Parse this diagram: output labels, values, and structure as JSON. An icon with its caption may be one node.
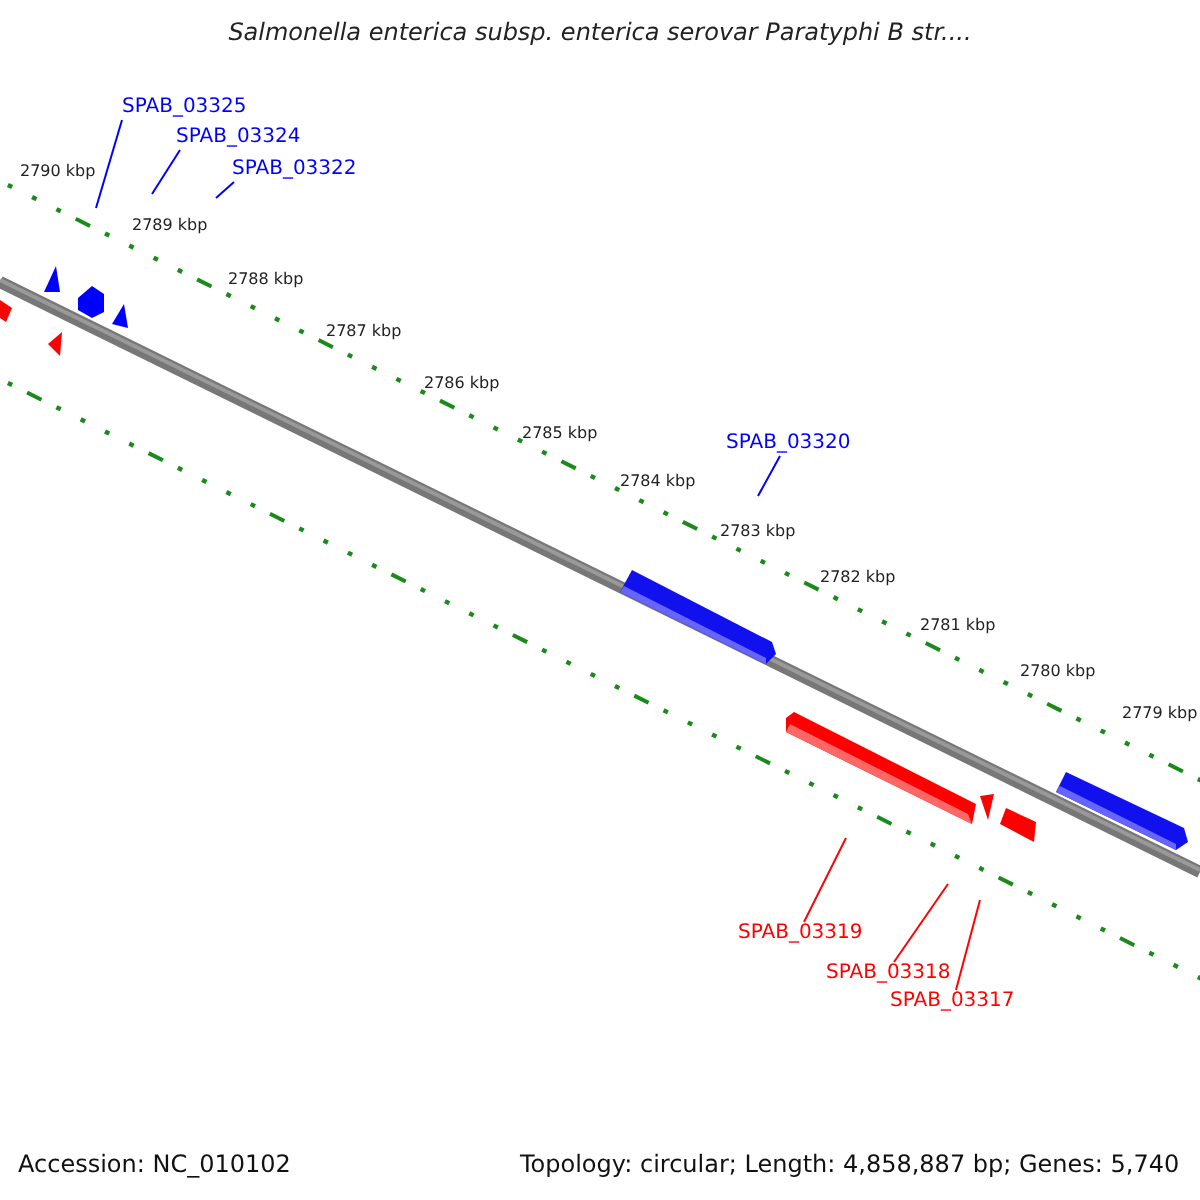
{
  "diagram": {
    "title": "Salmonella enterica subsp. enterica serovar Paratyphi B str....",
    "nodes": [
      {
        "text": [
          "SPAB_03325"
        ]
      },
      {
        "text": [
          "SPAB_03324"
        ]
      },
      {
        "text": [
          "SPAB_03322"
        ]
      },
      {
        "text": [
          "SPAB_03320"
        ]
      },
      {
        "text": [
          "SPAB_03319"
        ]
      },
      {
        "text": [
          "SPAB_03318"
        ]
      },
      {
        "text": [
          "SPAB_03317"
        ]
      }
    ],
    "edges": [
      {
        "from": 0,
        "to": null,
        "arrow": "none",
        "color": "#0000ff"
      },
      {
        "from": 1,
        "to": null,
        "arrow": "none",
        "color": "#0000ff"
      },
      {
        "from": 2,
        "to": null,
        "arrow": "none",
        "color": "#0000ff"
      },
      {
        "from": 3,
        "to": null,
        "arrow": "none",
        "color": "#0000ff"
      },
      {
        "from": 4,
        "to": null,
        "arrow": "none",
        "color": "#ff0000"
      },
      {
        "from": 5,
        "to": null,
        "arrow": "none",
        "color": "#ff0000"
      },
      {
        "from": 6,
        "to": null,
        "arrow": "none",
        "color": "#ff0000"
      }
    ],
    "labels": [
      "2790 kbp",
      "2789 kbp",
      "2788 kbp",
      "2787 kbp",
      "2786 kbp",
      "2785 kbp",
      "2784 kbp",
      "2783 kbp",
      "2782 kbp",
      "2781 kbp",
      "2780 kbp",
      "2779 kbp",
      "Accession: NC_010102",
      "Topology: circular; Length: 4,858,887 bp; Genes: 5,740"
    ]
  }
}
